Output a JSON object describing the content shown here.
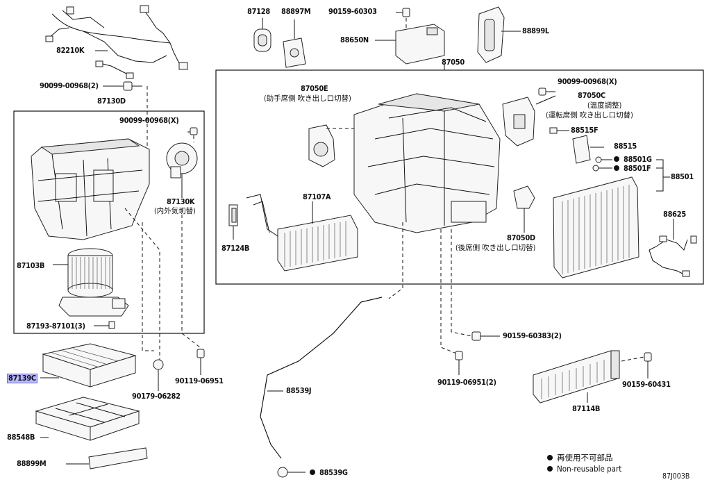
{
  "title": "",
  "diagram_code": "87J003B",
  "legend": {
    "jp": "再使用不可部品",
    "en": "Non-reusable part"
  },
  "labels": {
    "p82210K": "82210K",
    "p90099_00968_2": "90099-00968(2)",
    "p87130D": "87130D",
    "p90099_00968_X_a": "90099-00968(X)",
    "p87130K": "87130K",
    "p87130K_sub": "(内外気切替)",
    "p87103B": "87103B",
    "p87193_87101": "87193-87101(3)",
    "p87139C": "87139C",
    "p88548B": "88548B",
    "p88899M": "88899M",
    "p90179_06282": "90179-06282",
    "p90119_06951": "90119-06951",
    "p87128": "87128",
    "p88897M": "88897M",
    "p90159_60303": "90159-60303",
    "p88650N": "88650N",
    "p88899L": "88899L",
    "p87050": "87050",
    "p87050E": "87050E",
    "p87050E_sub": "(助手席側 吹き出し口切替)",
    "p90099_00968_X_b": "90099-00968(X)",
    "p87050C": "87050C",
    "p87050C_sub1": "(温度調整)",
    "p87050C_sub2": "(運転席側 吹き出し口切替)",
    "p88515F": "88515F",
    "p88515": "88515",
    "p88501G": "88501G",
    "p88501F": "88501F",
    "p88501": "88501",
    "p87107A": "87107A",
    "p87124B": "87124B",
    "p87050D": "87050D",
    "p87050D_sub": "(後席側 吹き出し口切替)",
    "p88625": "88625",
    "p90159_60383": "90159-60383(2)",
    "p90119_06951_2": "90119-06951(2)",
    "p88539J": "88539J",
    "p88539G": "88539G",
    "p87114B": "87114B",
    "p90159_60431": "90159-60431"
  }
}
